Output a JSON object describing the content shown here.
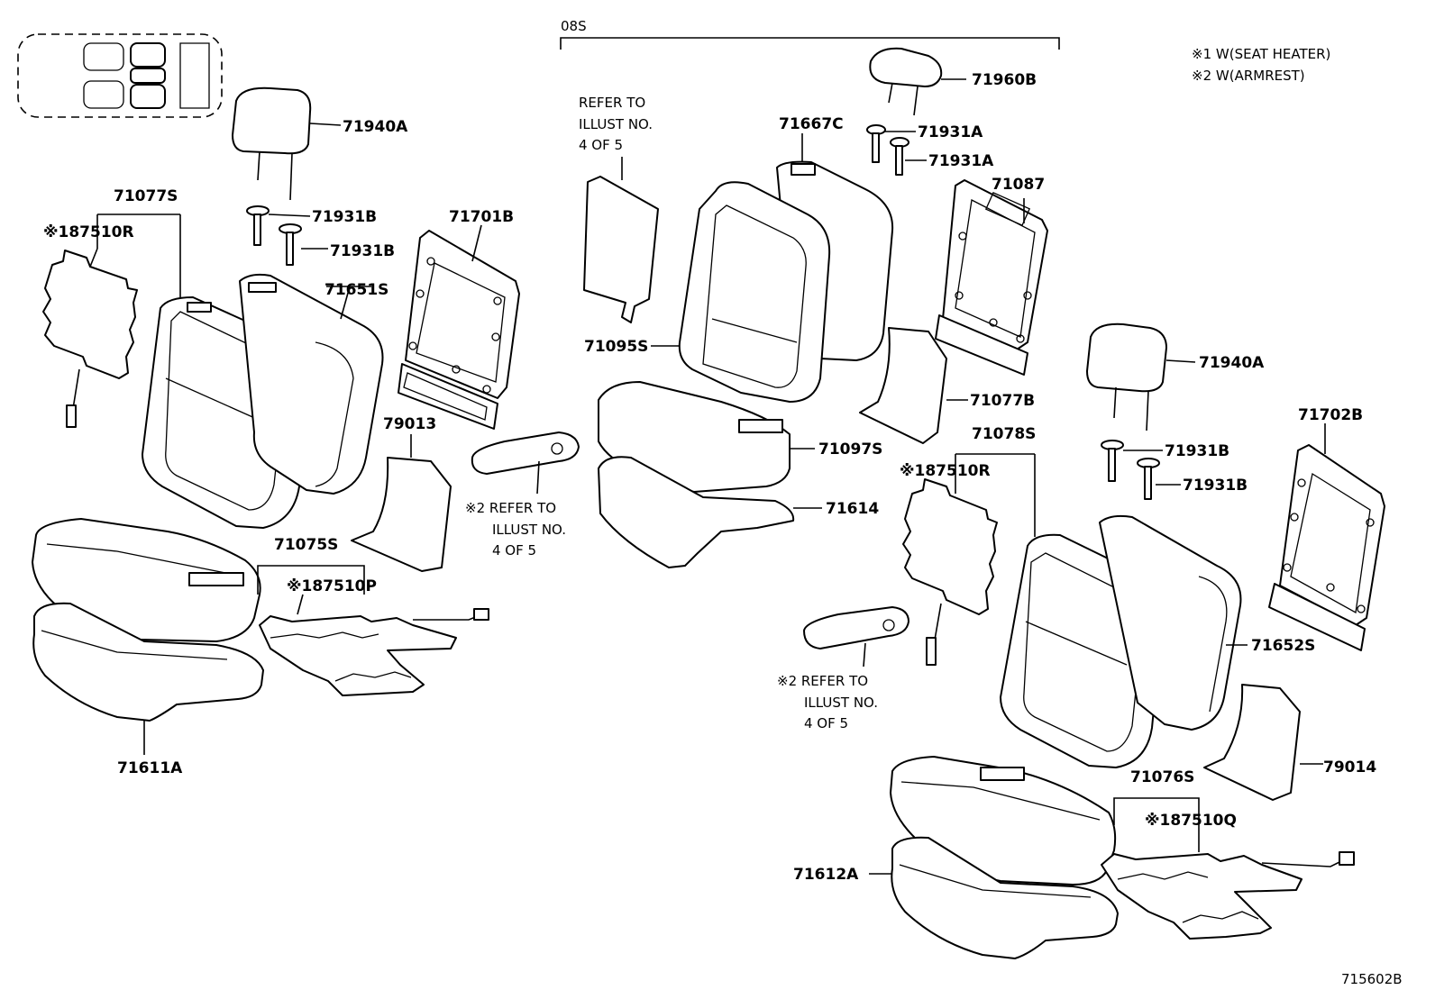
{
  "group_label": "08S",
  "legend": [
    "※1 W(SEAT HEATER)",
    "※2 W(ARMREST)"
  ],
  "figure_id": "715602B",
  "callouts": {
    "hr_left": "71940A",
    "screw_l1": "71931B",
    "screw_l2": "71931B",
    "back_assy_left": "71077S",
    "heater_back_left": "※187510R",
    "back_cover_left": "71651S",
    "back_board_left": "71701B",
    "back_panel_left": "79013",
    "cushion_assy_left": "71075S",
    "heater_cushion_left": "※187510P",
    "cushion_pad_left": "71611A",
    "ref_left_1": "※2 REFER TO",
    "ref_left_2": "ILLUST NO.",
    "ref_left_3": "4 OF 5",
    "ref_top_1": "REFER TO",
    "ref_top_2": "ILLUST NO.",
    "ref_top_3": "4 OF 5",
    "back_assy_center": "71095S",
    "back_cover_center": "71667C",
    "hr_center": "71960B",
    "screw_c1": "71931A",
    "screw_c2": "71931A",
    "back_board_center": "71087",
    "back_panel_center": "71077B",
    "cushion_cover_center": "71097S",
    "cushion_pad_center": "71614",
    "hr_right": "71940A",
    "screw_r1": "71931B",
    "screw_r2": "71931B",
    "back_assy_right": "71078S",
    "heater_back_right": "※187510R",
    "back_board_right": "71702B",
    "back_cover_right": "71652S",
    "ref_right_1": "※2 REFER TO",
    "ref_right_2": "ILLUST NO.",
    "ref_right_3": "4 OF 5",
    "back_panel_right": "79014",
    "cushion_assy_right": "71076S",
    "heater_cushion_right": "※187510Q",
    "cushion_pad_right": "71612A"
  }
}
